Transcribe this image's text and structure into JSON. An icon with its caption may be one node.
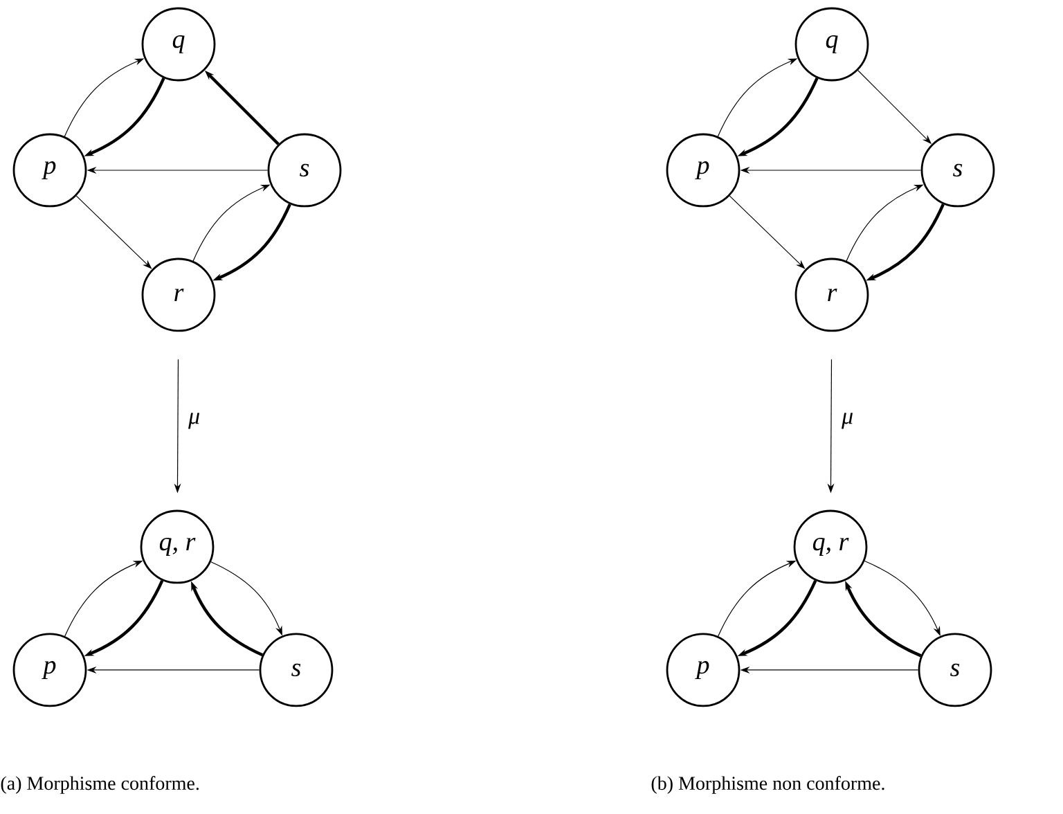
{
  "diagram": {
    "nodes": [
      {
        "text": [
          "q"
        ]
      },
      {
        "text": [
          "p"
        ]
      },
      {
        "text": [
          "s"
        ]
      },
      {
        "text": [
          "r"
        ]
      },
      {
        "text": [
          "q, r"
        ]
      },
      {
        "text": [
          "p"
        ]
      },
      {
        "text": [
          "s"
        ]
      },
      {
        "text": [
          "q"
        ]
      },
      {
        "text": [
          "p"
        ]
      },
      {
        "text": [
          "s"
        ]
      },
      {
        "text": [
          "r"
        ]
      },
      {
        "text": [
          "q, r"
        ]
      },
      {
        "text": [
          "p"
        ]
      },
      {
        "text": [
          "s"
        ]
      }
    ],
    "edges": [
      {
        "from": 1,
        "to": 0,
        "arrow": "to"
      },
      {
        "from": 0,
        "to": 1,
        "arrow": "to",
        "style": "thick"
      },
      {
        "from": 2,
        "to": 0,
        "arrow": "to",
        "style": "thick"
      },
      {
        "from": 2,
        "to": 1,
        "arrow": "to"
      },
      {
        "from": 1,
        "to": 3,
        "arrow": "to"
      },
      {
        "from": 3,
        "to": 2,
        "arrow": "to"
      },
      {
        "from": 2,
        "to": 3,
        "arrow": "to",
        "style": "thick"
      },
      {
        "from": 3,
        "to": 4,
        "arrow": "to",
        "label": "μ"
      },
      {
        "from": 5,
        "to": 4,
        "arrow": "to"
      },
      {
        "from": 4,
        "to": 5,
        "arrow": "to",
        "style": "thick"
      },
      {
        "from": 4,
        "to": 6,
        "arrow": "to"
      },
      {
        "from": 6,
        "to": 4,
        "arrow": "to",
        "style": "thick"
      },
      {
        "from": 6,
        "to": 5,
        "arrow": "to"
      },
      {
        "from": 8,
        "to": 7,
        "arrow": "to"
      },
      {
        "from": 7,
        "to": 8,
        "arrow": "to",
        "style": "thick"
      },
      {
        "from": 7,
        "to": 9,
        "arrow": "to"
      },
      {
        "from": 9,
        "to": 8,
        "arrow": "to"
      },
      {
        "from": 8,
        "to": 10,
        "arrow": "to"
      },
      {
        "from": 10,
        "to": 9,
        "arrow": "to"
      },
      {
        "from": 9,
        "to": 10,
        "arrow": "to",
        "style": "thick"
      },
      {
        "from": 10,
        "to": 11,
        "arrow": "to",
        "label": "μ"
      },
      {
        "from": 12,
        "to": 11,
        "arrow": "to"
      },
      {
        "from": 11,
        "to": 12,
        "arrow": "to",
        "style": "thick"
      },
      {
        "from": 11,
        "to": 13,
        "arrow": "to"
      },
      {
        "from": 13,
        "to": 11,
        "arrow": "to",
        "style": "thick"
      },
      {
        "from": 13,
        "to": 12,
        "arrow": "to"
      }
    ],
    "labels": [
      "(a) Morphisme conforme.",
      "(b) Morphisme non conforme."
    ]
  }
}
